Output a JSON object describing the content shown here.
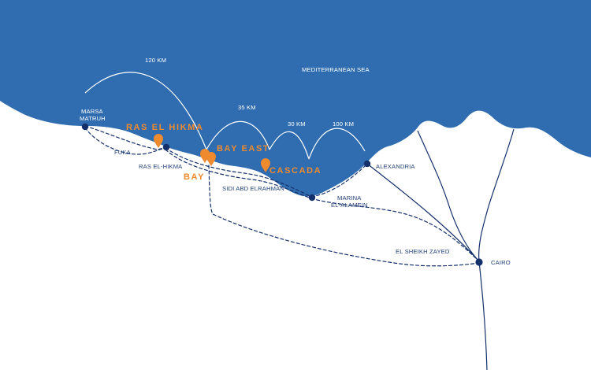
{
  "colors": {
    "sea": "#2f6db0",
    "land": "#ffffff",
    "city_marker": "#14306b",
    "destination_pin": "#ef8a2f",
    "route_line": "#14306b",
    "distance_arc": "#ffffff"
  },
  "sea": {
    "label": "MEDITERRANEAN SEA"
  },
  "distances": [
    {
      "label": "120 KM"
    },
    {
      "label": "35 KM"
    },
    {
      "label": "30 KM"
    },
    {
      "label": "100 KM"
    }
  ],
  "cities": [
    {
      "label_line1": "MARSA",
      "label_line2": "MATRUH"
    },
    {
      "label": "FUKA"
    },
    {
      "label": "RAS EL-HIKMA"
    },
    {
      "label": "SIDI ABD ELRAHMAN"
    },
    {
      "label_line1": "MARINA",
      "label_line2": "EL-ALAMEIN"
    },
    {
      "label": "ALEXANDRIA"
    },
    {
      "label": "EL SHEIKH ZAYED"
    },
    {
      "label": "CAIRO"
    }
  ],
  "destinations": [
    {
      "label": "RAS EL HIKMA",
      "icon": "map-pin-icon"
    },
    {
      "label": "BAY EAST",
      "icon": "map-pin-icon"
    },
    {
      "label": "BAY",
      "icon": "map-pin-icon"
    },
    {
      "label": "CASCADA",
      "icon": "map-pin-icon"
    }
  ]
}
